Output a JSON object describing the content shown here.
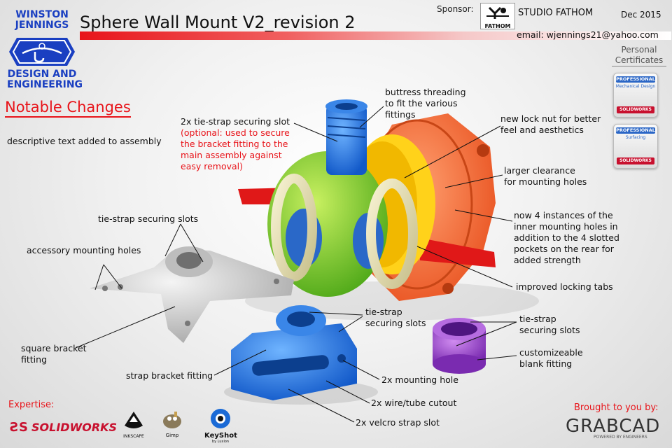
{
  "logo": {
    "line1": "WINSTON",
    "line2": "JENNINGS",
    "line3": "DESIGN AND",
    "line4": "ENGINEERING"
  },
  "title": "Sphere Wall Mount V2_revision 2",
  "sponsor": {
    "label": "Sponsor:",
    "logo_text": "FATHOM",
    "name": "STUDIO FATHOM"
  },
  "date": "Dec 2015",
  "email": "email: wjennings21@yahoo.com",
  "certificates": {
    "heading_line1": "Personal",
    "heading_line2": "Certificates",
    "items": [
      {
        "level": "PROFESSIONAL",
        "subject": "Mechanical Design",
        "brand": "SOLIDWORKS"
      },
      {
        "level": "PROFESSIONAL",
        "subject": "Surfacing",
        "brand": "SOLIDWORKS"
      }
    ]
  },
  "notable_changes": "Notable Changes",
  "descriptive_text": "descriptive text added to assembly",
  "annotations": {
    "tie_strap_slot_line1": "2x tie-strap securing slot",
    "tie_strap_slot_note1": "(optional: used to secure",
    "tie_strap_slot_note2": "the bracket fitting to the",
    "tie_strap_slot_note3": "main assembly against",
    "tie_strap_slot_note4": "easy removal)",
    "buttress1": "buttress threading",
    "buttress2": "to fit the various",
    "buttress3": "fittings",
    "locknut1": "new lock nut for better",
    "locknut2": "feel and aesthetics",
    "clearance1": "larger clearance",
    "clearance2": "for mounting holes",
    "holes1": "now 4 instances of the",
    "holes2": "inner mounting holes in",
    "holes3": "addition to the 4 slotted",
    "holes4": "pockets on the rear for",
    "holes5": "added strength",
    "tabs": "improved locking tabs",
    "tie_strap_slots": "tie-strap securing slots",
    "accessory": "accessory mounting holes",
    "square1": "square bracket",
    "square2": "fitting",
    "strap_bracket": "strap bracket fitting",
    "blue_slots1": "tie-strap",
    "blue_slots2": "securing slots",
    "purple_slots1": "tie-strap",
    "purple_slots2": "securing slots",
    "blank1": "customizeable",
    "blank2": "blank fitting",
    "mount_hole": "2x mounting hole",
    "wire": "2x wire/tube cutout",
    "velcro": "2x velcro strap slot"
  },
  "expertise": {
    "label": "Expertise:",
    "solidworks": "SOLIDWORKS",
    "inkscape": "INKSCAPE",
    "gimp": "Gimp",
    "keyshot": "KeyShot",
    "keyshot_sub": "by Luxion"
  },
  "brought_by": {
    "label": "Brought to you by:",
    "brand": "GRABCAD",
    "tagline": "POWERED BY ENGINEERS"
  },
  "colors": {
    "accent_red": "#e8141a",
    "brand_blue": "#1a3fc1"
  }
}
